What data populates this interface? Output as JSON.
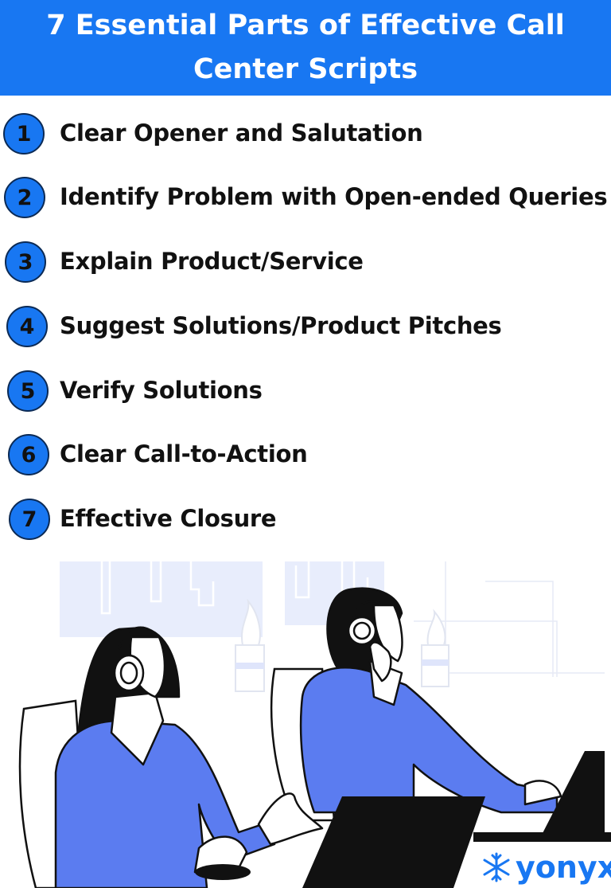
{
  "header": {
    "title": "7 Essential Parts of Effective Call Center Scripts"
  },
  "items": [
    {
      "number": "1",
      "label": "Clear Opener and Salutation"
    },
    {
      "number": "2",
      "label": "Identify Problem with Open-ended Queries"
    },
    {
      "number": "3",
      "label": "Explain Product/Service"
    },
    {
      "number": "4",
      "label": "Suggest Solutions/Product Pitches"
    },
    {
      "number": "5",
      "label": "Verify Solutions"
    },
    {
      "number": "6",
      "label": "Clear Call-to-Action"
    },
    {
      "number": "7",
      "label": "Effective Closure"
    }
  ],
  "brand": {
    "name": "yonyx",
    "logo_icon": "snowflake-icon",
    "color": "#1877f2"
  },
  "colors": {
    "accent": "#1877f2",
    "illustration_blue": "#5b7cf0",
    "window_tint": "#e8edfc",
    "text": "#111111"
  },
  "illustration": {
    "icon": "call-center-agents-illustration"
  }
}
